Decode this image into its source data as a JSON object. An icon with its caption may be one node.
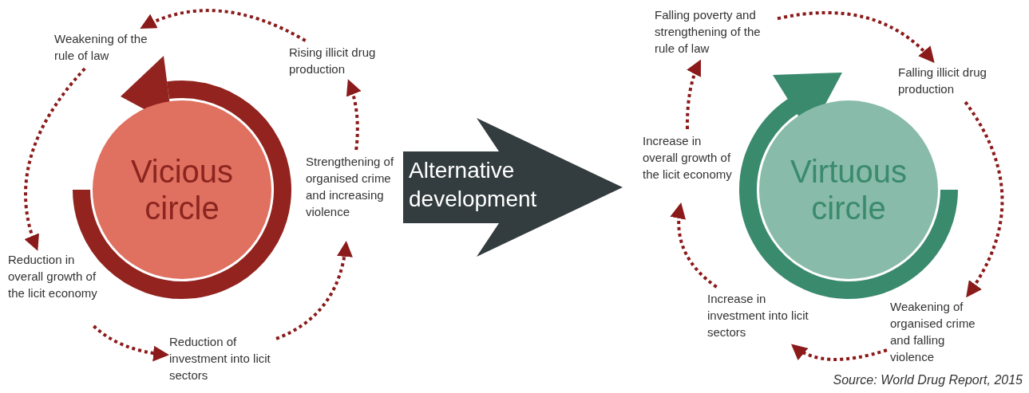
{
  "diagram": {
    "caption": "Source: World Drug Report, 2015",
    "nodes": [
      {
        "text": [
          "Vicious circle"
        ]
      },
      {
        "text": [
          "Weakening of the rule of law"
        ]
      },
      {
        "text": [
          "Rising illicit drug production"
        ]
      },
      {
        "text": [
          "Strengthening of organised crime and increasing violence"
        ]
      },
      {
        "text": [
          "Reduction of investment into licit sectors"
        ]
      },
      {
        "text": [
          "Reduction in overall growth of the licit economy"
        ]
      },
      {
        "text": [
          "Alternative development"
        ]
      },
      {
        "text": [
          "Virtuous circle"
        ]
      },
      {
        "text": [
          "Falling poverty and strengthening of the rule of law"
        ]
      },
      {
        "text": [
          "Falling illicit drug production"
        ]
      },
      {
        "text": [
          "Weakening of organised crime and falling violence"
        ]
      },
      {
        "text": [
          "Increase in investment into licit sectors"
        ]
      },
      {
        "text": [
          "Increase in overall growth of the licit economy"
        ]
      }
    ],
    "edges": [
      {
        "from": 2,
        "to": 1,
        "arrow": "to",
        "style": "dashed"
      },
      {
        "from": 1,
        "to": 5,
        "arrow": "to",
        "style": "dashed"
      },
      {
        "from": 5,
        "to": 4,
        "arrow": "to",
        "style": "dashed"
      },
      {
        "from": 4,
        "to": 3,
        "arrow": "to",
        "style": "dashed"
      },
      {
        "from": 3,
        "to": 2,
        "arrow": "to",
        "style": "dashed"
      },
      {
        "from": 8,
        "to": 9,
        "arrow": "to",
        "style": "dashed"
      },
      {
        "from": 9,
        "to": 10,
        "arrow": "to",
        "style": "dashed"
      },
      {
        "from": 10,
        "to": 11,
        "arrow": "to",
        "style": "dashed"
      },
      {
        "from": 11,
        "to": 12,
        "arrow": "to",
        "style": "dashed"
      },
      {
        "from": 12,
        "to": 8,
        "arrow": "to",
        "style": "dashed"
      }
    ]
  }
}
